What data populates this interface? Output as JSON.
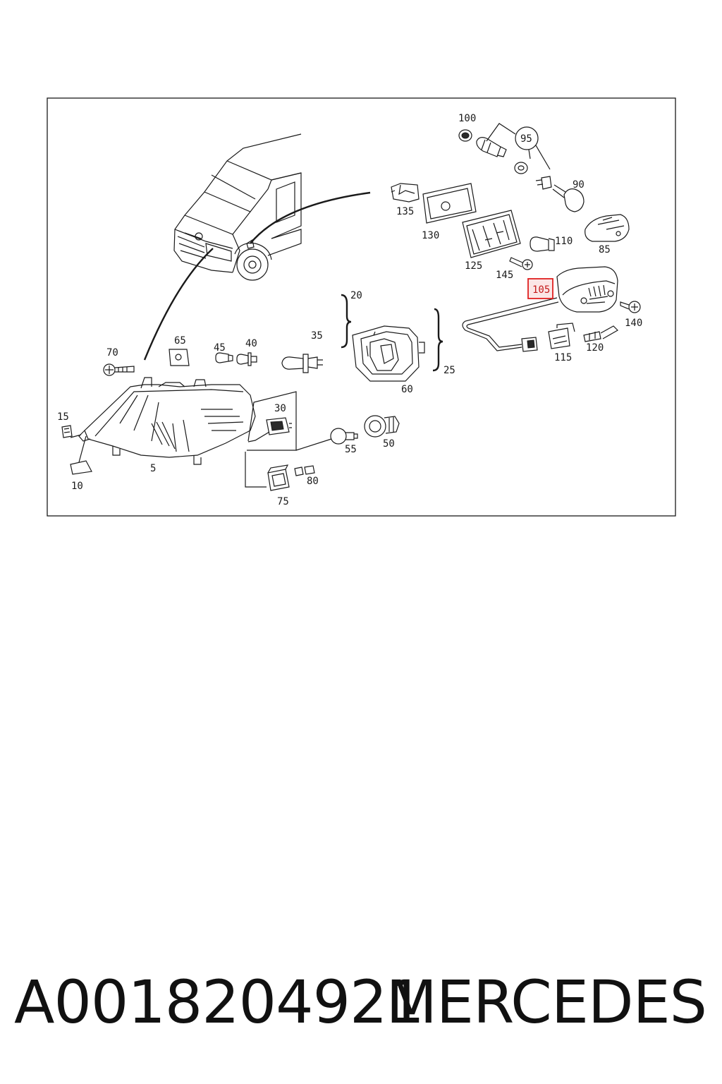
{
  "footer": {
    "part_number": "A0018204921",
    "brand": "MERCEDES"
  },
  "diagram": {
    "highlight_color": "#e02020",
    "highlighted_callout": "105",
    "callouts": {
      "c5": "5",
      "c10": "10",
      "c15": "15",
      "c20": "20",
      "c25": "25",
      "c30": "30",
      "c35": "35",
      "c40": "40",
      "c45": "45",
      "c50": "50",
      "c55": "55",
      "c60": "60",
      "c65": "65",
      "c70": "70",
      "c75": "75",
      "c80": "80",
      "c85": "85",
      "c90": "90",
      "c95": "95",
      "c100": "100",
      "c105": "105",
      "c110": "110",
      "c115": "115",
      "c120": "120",
      "c125": "125",
      "c130": "130",
      "c135": "135",
      "c140": "140",
      "c145": "145"
    }
  }
}
